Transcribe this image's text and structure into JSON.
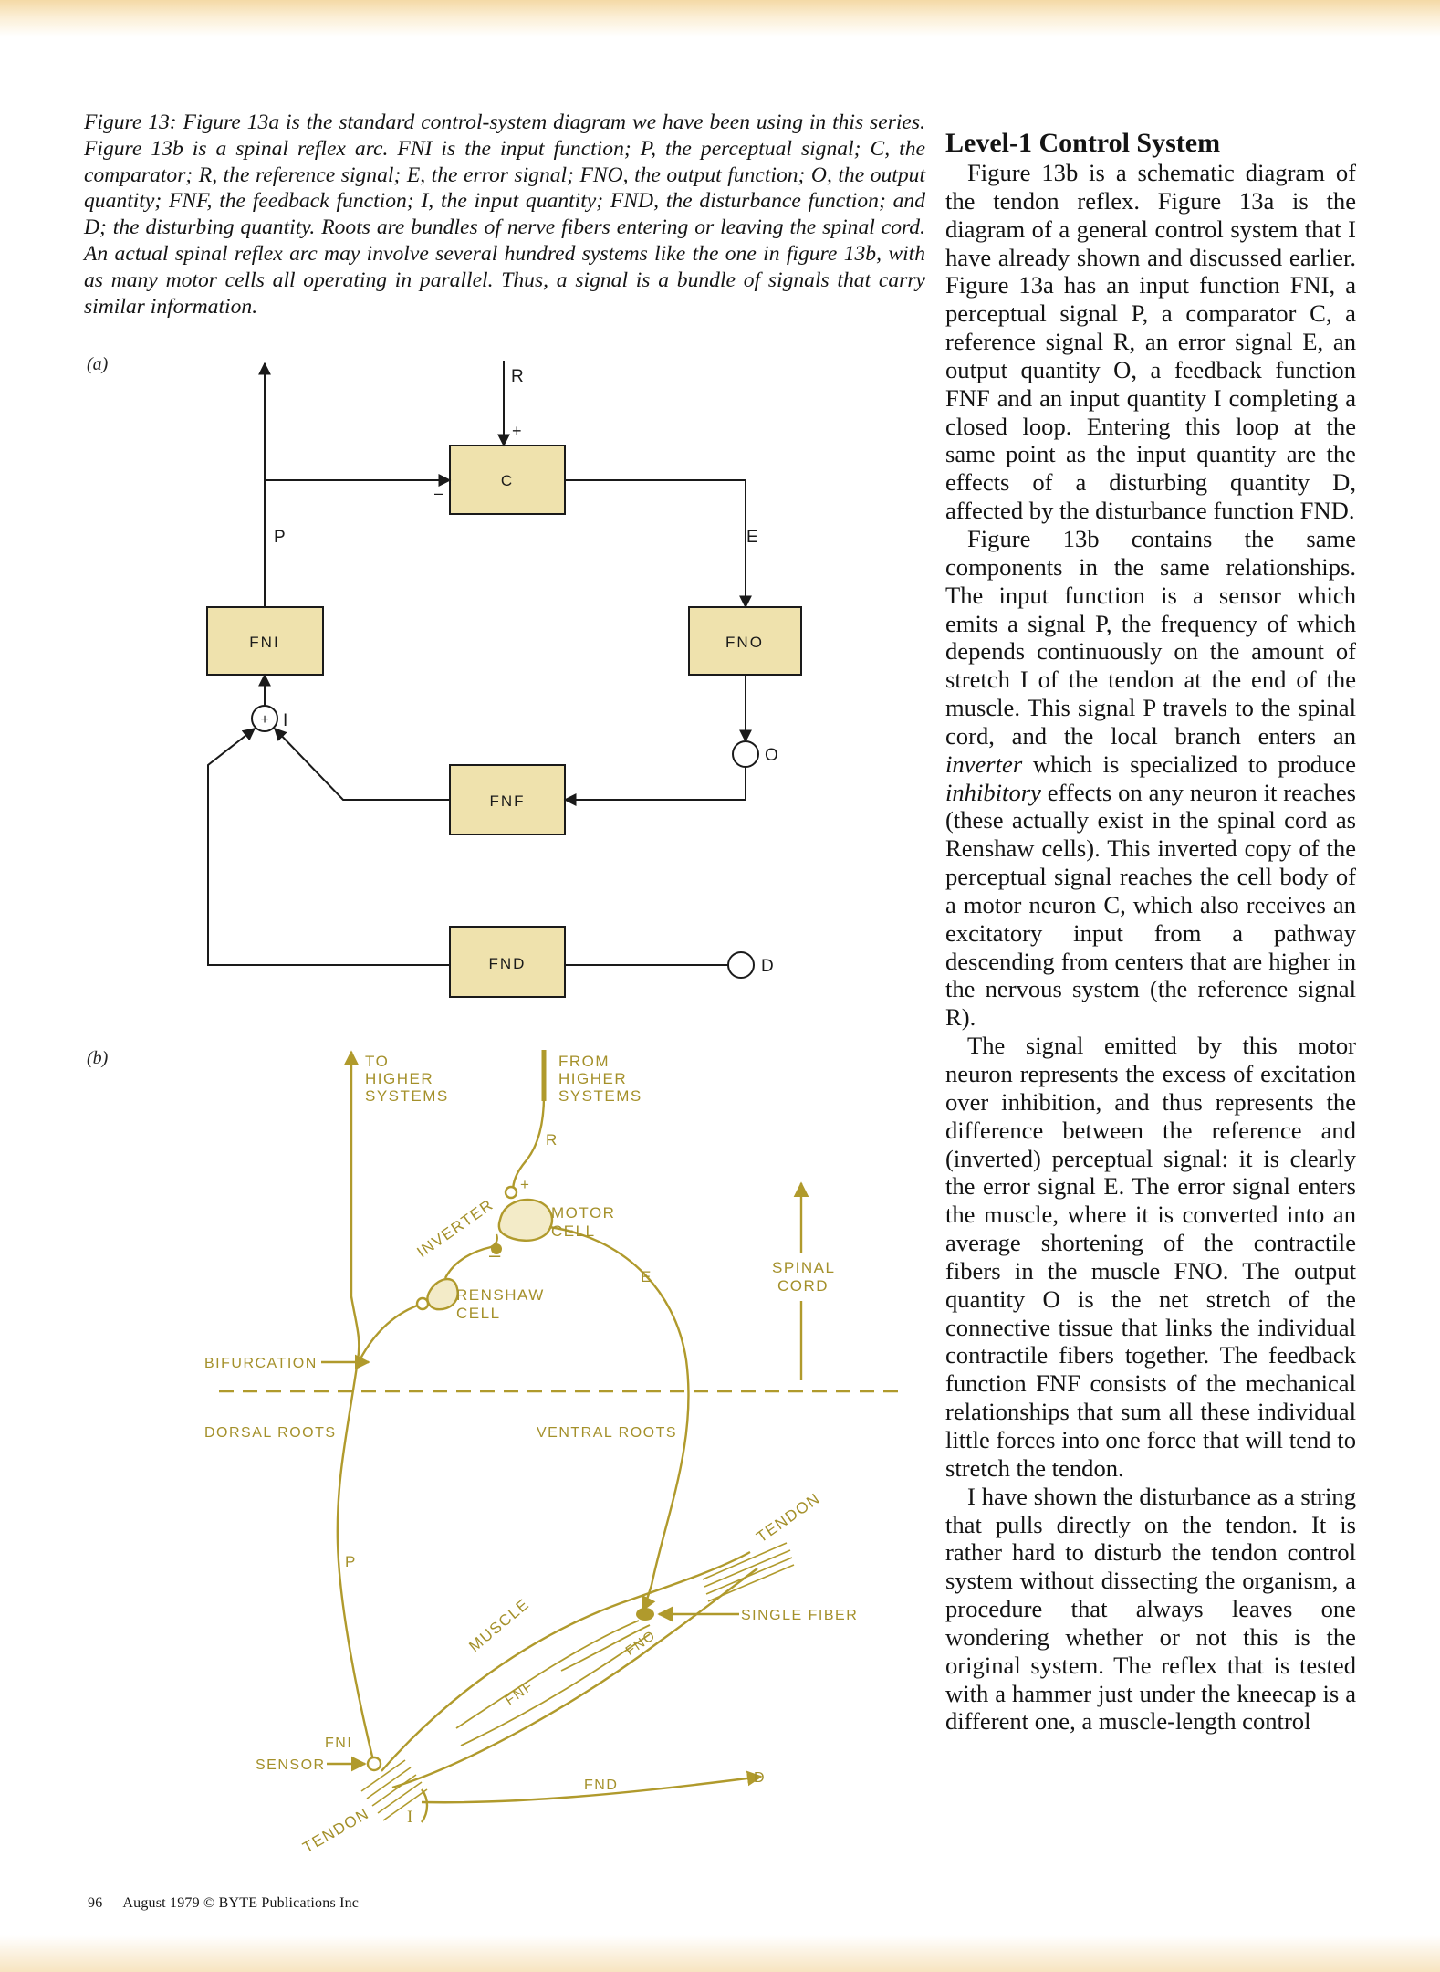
{
  "caption": "Figure 13: Figure 13a is the standard control-system diagram we have been using in this series. Figure 13b is a spinal reflex arc. FNI is the input function; P, the perceptual signal; C, the comparator; R, the reference signal; E, the error signal; FNO, the output function; O, the output quantity; FNF, the feedback function; I, the input quantity; FND, the disturbance function; and D; the disturbing quantity. Roots are bundles of nerve fibers entering or leaving the spinal cord. An actual spinal reflex arc may involve several hundred systems like the one in figure 13b, with as many motor cells all operating in parallel. Thus, a signal is a bundle of signals that carry similar information.",
  "figure_a": {
    "panel_label": "(a)",
    "boxes": {
      "C": "C",
      "FNI": "FNI",
      "FNO": "FNO",
      "FNF": "FNF",
      "FND": "FND"
    },
    "signals": {
      "R": "R",
      "P": "P",
      "E": "E",
      "O": "O",
      "I": "I",
      "D": "D"
    },
    "signs": {
      "plus_top": "+",
      "minus_left": "–",
      "plus_sum": "+"
    }
  },
  "figure_b": {
    "panel_label": "(b)",
    "to_higher": [
      "TO",
      "HIGHER",
      "SYSTEMS"
    ],
    "from_higher": [
      "FROM",
      "HIGHER",
      "SYSTEMS"
    ],
    "r": "R",
    "plus": "+",
    "minus": "–",
    "motor_cell": [
      "MOTOR",
      "CELL"
    ],
    "inverter": "INVERTER",
    "renshaw_cell": [
      "RENSHAW",
      "CELL"
    ],
    "e": "E",
    "spinal_cord": [
      "SPINAL",
      "CORD"
    ],
    "bifurcation": "BIFURCATION",
    "dorsal_roots": "DORSAL ROOTS",
    "ventral_roots": "VENTRAL ROOTS",
    "tendon_right": "TENDON",
    "single_fiber": "SINGLE FIBER",
    "muscle": "MUSCLE",
    "fno": "FNO",
    "fnf": "FNF",
    "p": "P",
    "fni": "FNI",
    "sensor": "SENSOR",
    "fnd": "FND",
    "d": "D",
    "tendon_left": "TENDON",
    "i": "I"
  },
  "article": {
    "heading": "Level-1 Control System",
    "paragraphs": [
      {
        "parts": [
          {
            "t": "Figure 13b is a schematic diagram of the tendon reflex. Figure 13a is the diagram of a general control system that I have already shown and discussed earlier. Figure 13a has an input function FNI, a perceptual signal P, a comparator C, a reference signal R, an error signal E, an output quantity O, a feedback function FNF and an input quantity I completing a closed loop. Entering this loop at the same point as the input quantity are the effects of a disturbing quantity D, affected by the disturbance function FND."
          }
        ]
      },
      {
        "parts": [
          {
            "t": "Figure 13b contains the same components in the same relationships. The input function is a sensor which emits a signal P, the frequency of which depends continuously on the amount of stretch I of the tendon at the end of the muscle. This signal P travels to the spinal cord, and the local branch enters an "
          },
          {
            "t": "inverter",
            "i": true
          },
          {
            "t": " which is specialized to produce "
          },
          {
            "t": "inhibitory",
            "i": true
          },
          {
            "t": " effects on any neuron it reaches (these actually exist in the spinal cord as Renshaw cells). This inverted copy of the perceptual signal reaches the cell body of a motor neuron C, which also receives an excitatory input from a pathway descending from centers that are higher in the nervous system (the reference signal R)."
          }
        ]
      },
      {
        "parts": [
          {
            "t": "The signal emitted by this motor neuron represents the excess of excitation over inhibition, and thus represents the difference between the reference and (inverted) perceptual signal: it is clearly the error signal E. The error signal enters the muscle, where it is converted into an average shortening of the contractile fibers in the muscle FNO. The output quantity O is the net stretch of the connective tissue that links the individual contractile fibers together. The feedback function FNF consists of the mechanical relationships that sum all these individual little forces into one force that will tend to stretch the tendon."
          }
        ]
      },
      {
        "parts": [
          {
            "t": "I have shown the disturbance as a string that pulls directly on the tendon. It is rather hard to disturb the tendon control system without dissecting the organism, a procedure that always leaves one wondering whether or not this is the original system. The reflex that is tested with a hammer just under the kneecap is a different one, a muscle-length control"
          }
        ]
      }
    ]
  },
  "footer": {
    "page_number": "96",
    "credit": "August 1979 © BYTE Publications Inc"
  }
}
